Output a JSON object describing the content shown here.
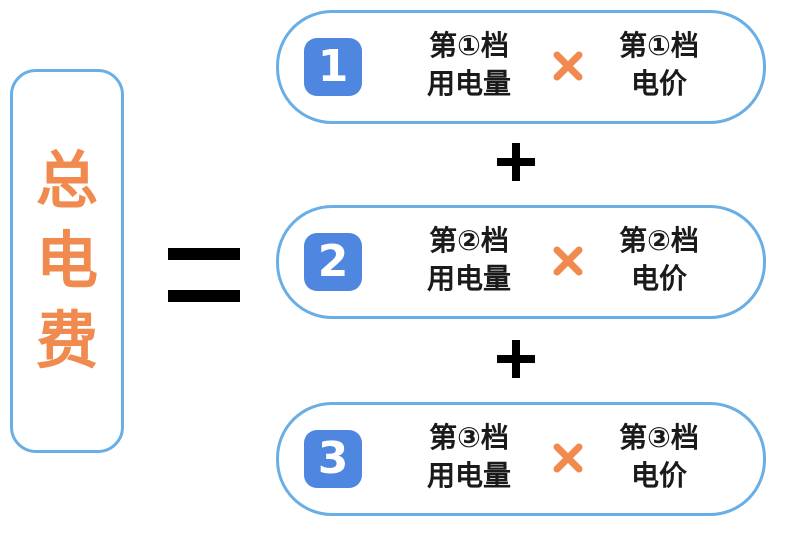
{
  "left": {
    "chars": [
      "总",
      "电",
      "费"
    ]
  },
  "rows": [
    {
      "number": "1",
      "a_line1": "第①档",
      "a_line2": "用电量",
      "b_line1": "第①档",
      "b_line2": "电价"
    },
    {
      "number": "2",
      "a_line1": "第②档",
      "a_line2": "用电量",
      "b_line1": "第②档",
      "b_line2": "电价"
    },
    {
      "number": "3",
      "a_line1": "第③档",
      "a_line2": "用电量",
      "b_line1": "第③档",
      "b_line2": "电价"
    }
  ],
  "icons": {
    "equals": "equals-icon",
    "plus": "plus-icon",
    "times": "times-icon"
  },
  "colors": {
    "accent_orange": "#f08a4e",
    "border_blue": "#6aaee6",
    "badge_blue": "#4f86e0",
    "text_dark": "#1a1a1a"
  }
}
